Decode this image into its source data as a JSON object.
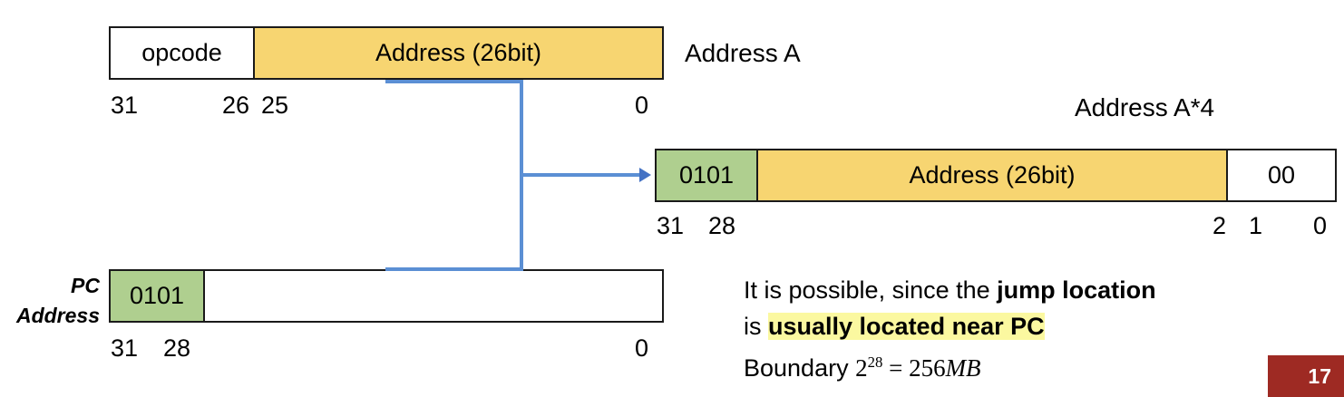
{
  "slide": {
    "page_number": "17",
    "badge_color": "#9e2a23"
  },
  "colors": {
    "opcode_field": "#ffffff",
    "address_field": "#f7d571",
    "pc_high_field": "#afcf8f",
    "connector": "#5b8fd4",
    "highlight": "#fbf8a0"
  },
  "instruction_box": {
    "caption": "Address A",
    "segments": [
      {
        "label": "opcode",
        "fill": "white"
      },
      {
        "label": "Address (26bit)",
        "fill": "yellow"
      }
    ],
    "bit_labels": [
      "31",
      "26",
      "25",
      "0"
    ]
  },
  "target_box": {
    "caption": "Address A*4",
    "segments": [
      {
        "label": "0101",
        "fill": "green"
      },
      {
        "label": "Address (26bit)",
        "fill": "yellow"
      },
      {
        "label": "00",
        "fill": "white"
      }
    ],
    "bit_labels": [
      "31",
      "28",
      "2",
      "1",
      "0"
    ]
  },
  "pc_box": {
    "caption_line1": "PC",
    "caption_line2": "Address",
    "segments": [
      {
        "label": "0101",
        "fill": "green"
      },
      {
        "label": "",
        "fill": "white"
      }
    ],
    "bit_labels": [
      "31",
      "28",
      "0"
    ]
  },
  "notes": {
    "line1_plain": "It is possible, since the ",
    "line1_bold": "jump location",
    "line2_plain": "is ",
    "line2_bold_highlight": "usually located near PC",
    "line3_prefix": "Boundary ",
    "line3_base": "2",
    "line3_exponent": "28",
    "line3_equals": " = ",
    "line3_value": "256",
    "line3_unit": "MB"
  }
}
